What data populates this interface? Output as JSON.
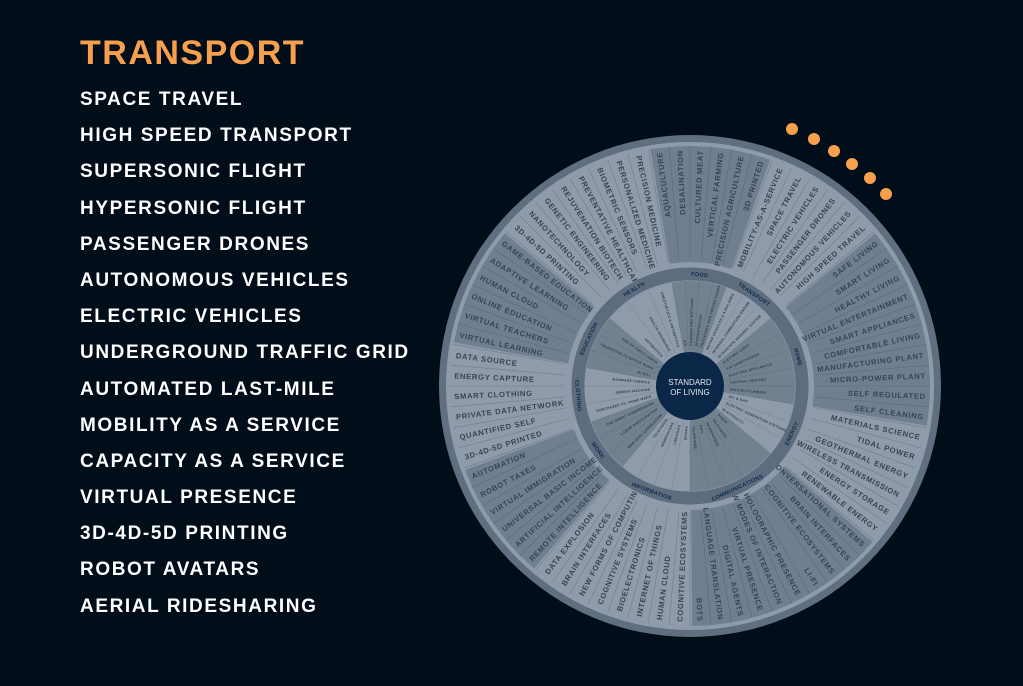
{
  "sidebar": {
    "title": "TRANSPORT",
    "items": [
      "SPACE TRAVEL",
      "HIGH SPEED TRANSPORT",
      "SUPERSONIC FLIGHT",
      "HYPERSONIC FLIGHT",
      "PASSENGER DRONES",
      "AUTONOMOUS VEHICLES",
      "ELECTRIC VEHICLES",
      "UNDERGROUND TRAFFIC GRID",
      "AUTOMATED LAST-MILE",
      "MOBILITY AS A SERVICE",
      "CAPACITY AS A SERVICE",
      "VIRTUAL PRESENCE",
      "3D-4D-5D PRINTING",
      "ROBOT AVATARS",
      "AERIAL RIDESHARING"
    ]
  },
  "wheel": {
    "center_label": [
      "STANDARD",
      "OF LIVING"
    ],
    "colors": {
      "accent": "#f6a04d",
      "background": "#020d1a",
      "face": "#8f9bab",
      "panel": "#707f90",
      "ring": "#5d6d7e",
      "center": "#0b2747"
    },
    "progress_dots": 6,
    "categories": [
      {
        "name": "FOOD",
        "dark": true,
        "future": [
          "AQUACULTURE",
          "DESALINATION",
          "CULTURED MEAT",
          "VERTICAL FARMING",
          "PRECISION AGRICULTURE",
          "3D PRINTED"
        ],
        "past": [
          "ICE",
          "CANNING AND BOTTLING",
          "REFRIGERATION",
          "PROCESSED AND FROZEN FOODS"
        ]
      },
      {
        "name": "TRANSPORT",
        "dark": false,
        "future": [
          "MOBILITY-AS-A-SERVICE",
          "SPACE TRAVEL",
          "ELECTRIC VEHICLES",
          "PASSENGER DRONES",
          "AUTONOMOUS  VEHICLES",
          "HIGH SPEED TRAVEL"
        ],
        "past": [
          "MOTOR VEHICLES & AIRPLANES",
          "INTERNAL COMBUSTION ENGINE",
          "INTERSTATE HIGHWAY SYSTEM"
        ]
      },
      {
        "name": "HOME",
        "dark": true,
        "future": [
          "SAFE LIVING",
          "SMART LIVING",
          "HEALTHY LIVING",
          "VIRTUAL ENTERTAINMENT",
          "SMART APPLIANCES",
          "COMFORTABLE LIVING",
          "MANUFACTURING PLANT",
          "MICRO-POWER PLANT",
          "SELF REGULATED",
          "SELF CLEANING"
        ],
        "past": [
          "ELECTRIC LIGHT",
          "AIR CONDITIONING",
          "ELECTRIC APPLIANCES",
          "CENTRAL HEATING",
          "INDOOR PLUMBING"
        ]
      },
      {
        "name": "ENERGY",
        "dark": false,
        "future": [
          "MATERIALS SCIENCE",
          "TIDAL POWER",
          "GEOTHERMAL ENERGY",
          "WIRELESS TRANSMISSION",
          "ENERGY STORAGE",
          "RENEWABLE ENERGY"
        ],
        "past": [
          "OIL & GAS",
          "ELECTRIC GENERATION STATIONS",
          "ELECTRICITY"
        ]
      },
      {
        "name": "COMMUNICATIONS",
        "dark": true,
        "future": [
          "CONVERSATIONAL SYSTEMS",
          "BRAIN INTERFACES",
          "COGNITIVE ECOSYSTEMS",
          "LI-FI",
          "HOLOGRAPHIC PRESENCE",
          "NEW MODES OF INTERACTION",
          "VIRTUAL PRESENCE",
          "DIGITAL AGENTS",
          "LANGUAGE TRANSLATION",
          "BOTS"
        ],
        "past": [
          "RADIO",
          "TELEVISION",
          "NEWSPAPERS",
          "MAIL",
          "TELEPHONE"
        ]
      },
      {
        "name": "INFORMATION",
        "dark": false,
        "future": [
          "COGNITIVE ECOSYSTEMS",
          "HUMAN CLOUD",
          "INTERNET OF THINGS",
          "BIOELECTRONICS",
          "COGNITIVE SYSTEMS",
          "NEW FORMS OF COMPUTING",
          "BRAIN INTERFACES",
          "DATA EXPLOSION"
        ],
        "past": [
          "BOOKS",
          "LIBRARIES",
          "NEWSPAPERS",
          "TELEVISION"
        ]
      },
      {
        "name": "WORK",
        "dark": true,
        "future": [
          "REMOTE INTELLIGENCE",
          "ARTIFICIAL INTELLIGENCE",
          "UNIVERSAL BASIC INCOME",
          "VIRTUAL IMMIGRATION",
          "ROBOT TAXES",
          "AUTOMATION"
        ],
        "past": [
          "NEW DEAL LEGISLATION",
          "LABOR PARTICIPATION",
          "THE GREAT COMPRESSION"
        ]
      },
      {
        "name": "CLOTHING",
        "dark": false,
        "future": [
          "3D-4D-5D PRINTED",
          "QUANTIFIED SELF",
          "PRIVATE DATA NETWORK",
          "SMART CLOTHING",
          "ENERGY CAPTURE",
          "DATA SOURCE"
        ],
        "past": [
          "PURCHASED VS. HOME MADE",
          "SEWING MACHINE",
          "MANMADE FABRICS"
        ]
      },
      {
        "name": "EDUCATION",
        "dark": true,
        "future": [
          "VIRTUAL LEARNING",
          "VIRTUAL TEACHERS",
          "ONLINE EDUCATION",
          "HUMAN CLOUD",
          "ADAPTIVE LEARNING",
          "GAME-BASED EDUCATION"
        ],
        "past": [
          "GI BILL",
          "TRANSITION TO OFFICE WORK",
          "END OF CHILD LABOR"
        ]
      },
      {
        "name": "HEALTH",
        "dark": false,
        "future": [
          "3D-4D-5D PRINTING",
          "NANOTECHNOLOGY",
          "GENETIC ENGINEERING",
          "REJUVENATION BIOTECH",
          "PREVENTATIVE HEALTHCARE",
          "BIOMETRIC SENSORS",
          "PERSONALIZED MEDICINE",
          "PRECISION MEDICINE"
        ],
        "past": [
          "ANTIBIOTICS",
          "HEALTH INSURANCE",
          "ANESTHETICS & ANTISEPTICS"
        ]
      }
    ]
  }
}
